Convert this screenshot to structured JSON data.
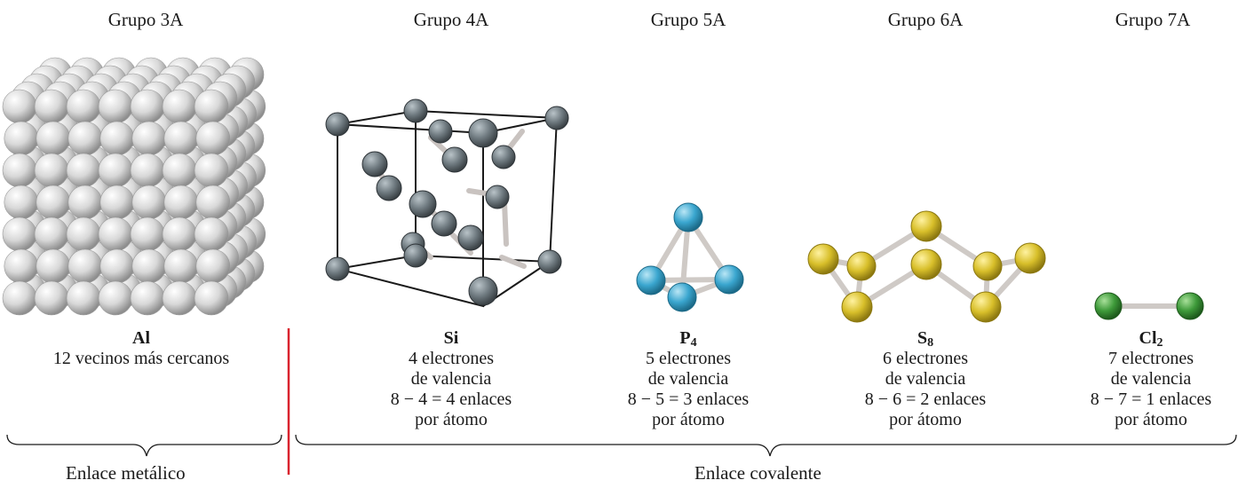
{
  "groups": [
    {
      "header": "Grupo 3A",
      "formula": "Al",
      "sub": "",
      "lines": [
        "12 vecinos más cercanos"
      ]
    },
    {
      "header": "Grupo 4A",
      "formula": "Si",
      "sub": "",
      "lines": [
        "4 electrones",
        "de valencia",
        "8 − 4 = 4 enlaces",
        "por átomo"
      ]
    },
    {
      "header": "Grupo 5A",
      "formula": "P",
      "sub": "4",
      "lines": [
        "5 electrones",
        "de valencia",
        "8 − 5 = 3 enlaces",
        "por átomo"
      ]
    },
    {
      "header": "Grupo 6A",
      "formula": "S",
      "sub": "8",
      "lines": [
        "6 electrones",
        "de valencia",
        "8 − 6 = 2 enlaces",
        "por átomo"
      ]
    },
    {
      "header": "Grupo 7A",
      "formula": "Cl",
      "sub": "2",
      "lines": [
        "7 electrones",
        "de valencia",
        "8 − 7 = 1 enlaces",
        "por átomo"
      ]
    }
  ],
  "bond_types": {
    "metallic": "Enlace metálico",
    "covalent": "Enlace covalente"
  },
  "colors": {
    "divider": "#d9232e",
    "aluminum": "#d8d8d8",
    "silicon": "#6f7a80",
    "phosphorus": "#3aa6cf",
    "sulfur": "#d8bf2a",
    "chlorine": "#3e9a3a"
  }
}
